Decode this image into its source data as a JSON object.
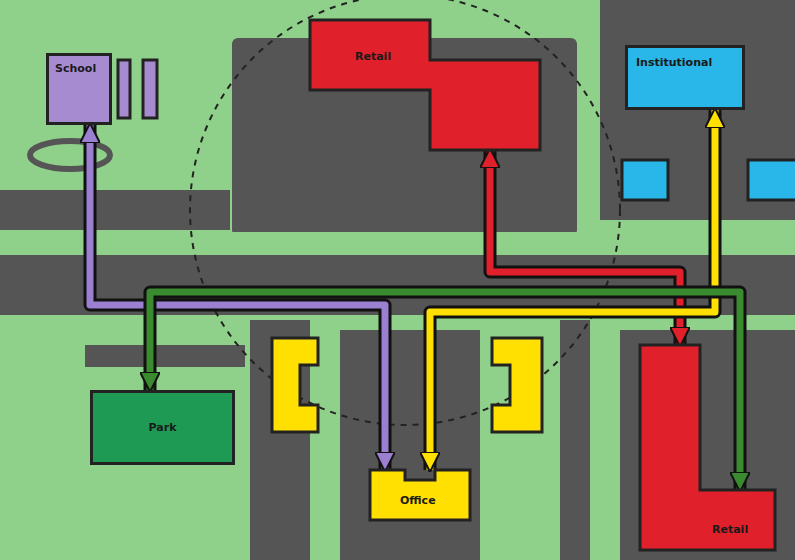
{
  "diagram": {
    "nodes": [
      {
        "text": [
          "School"
        ]
      },
      {
        "text": [
          "Retail"
        ]
      },
      {
        "text": [
          "Institutional"
        ]
      },
      {
        "text": [
          "Park"
        ]
      },
      {
        "text": [
          "Office"
        ]
      },
      {
        "text": [
          "Retail"
        ]
      }
    ],
    "edges": [
      {
        "from": 0,
        "to": 4,
        "arrow": "both"
      },
      {
        "from": 1,
        "to": 5,
        "arrow": "both"
      },
      {
        "from": 2,
        "to": 4,
        "arrow": "both"
      },
      {
        "from": 3,
        "to": 5,
        "arrow": "both"
      }
    ]
  }
}
